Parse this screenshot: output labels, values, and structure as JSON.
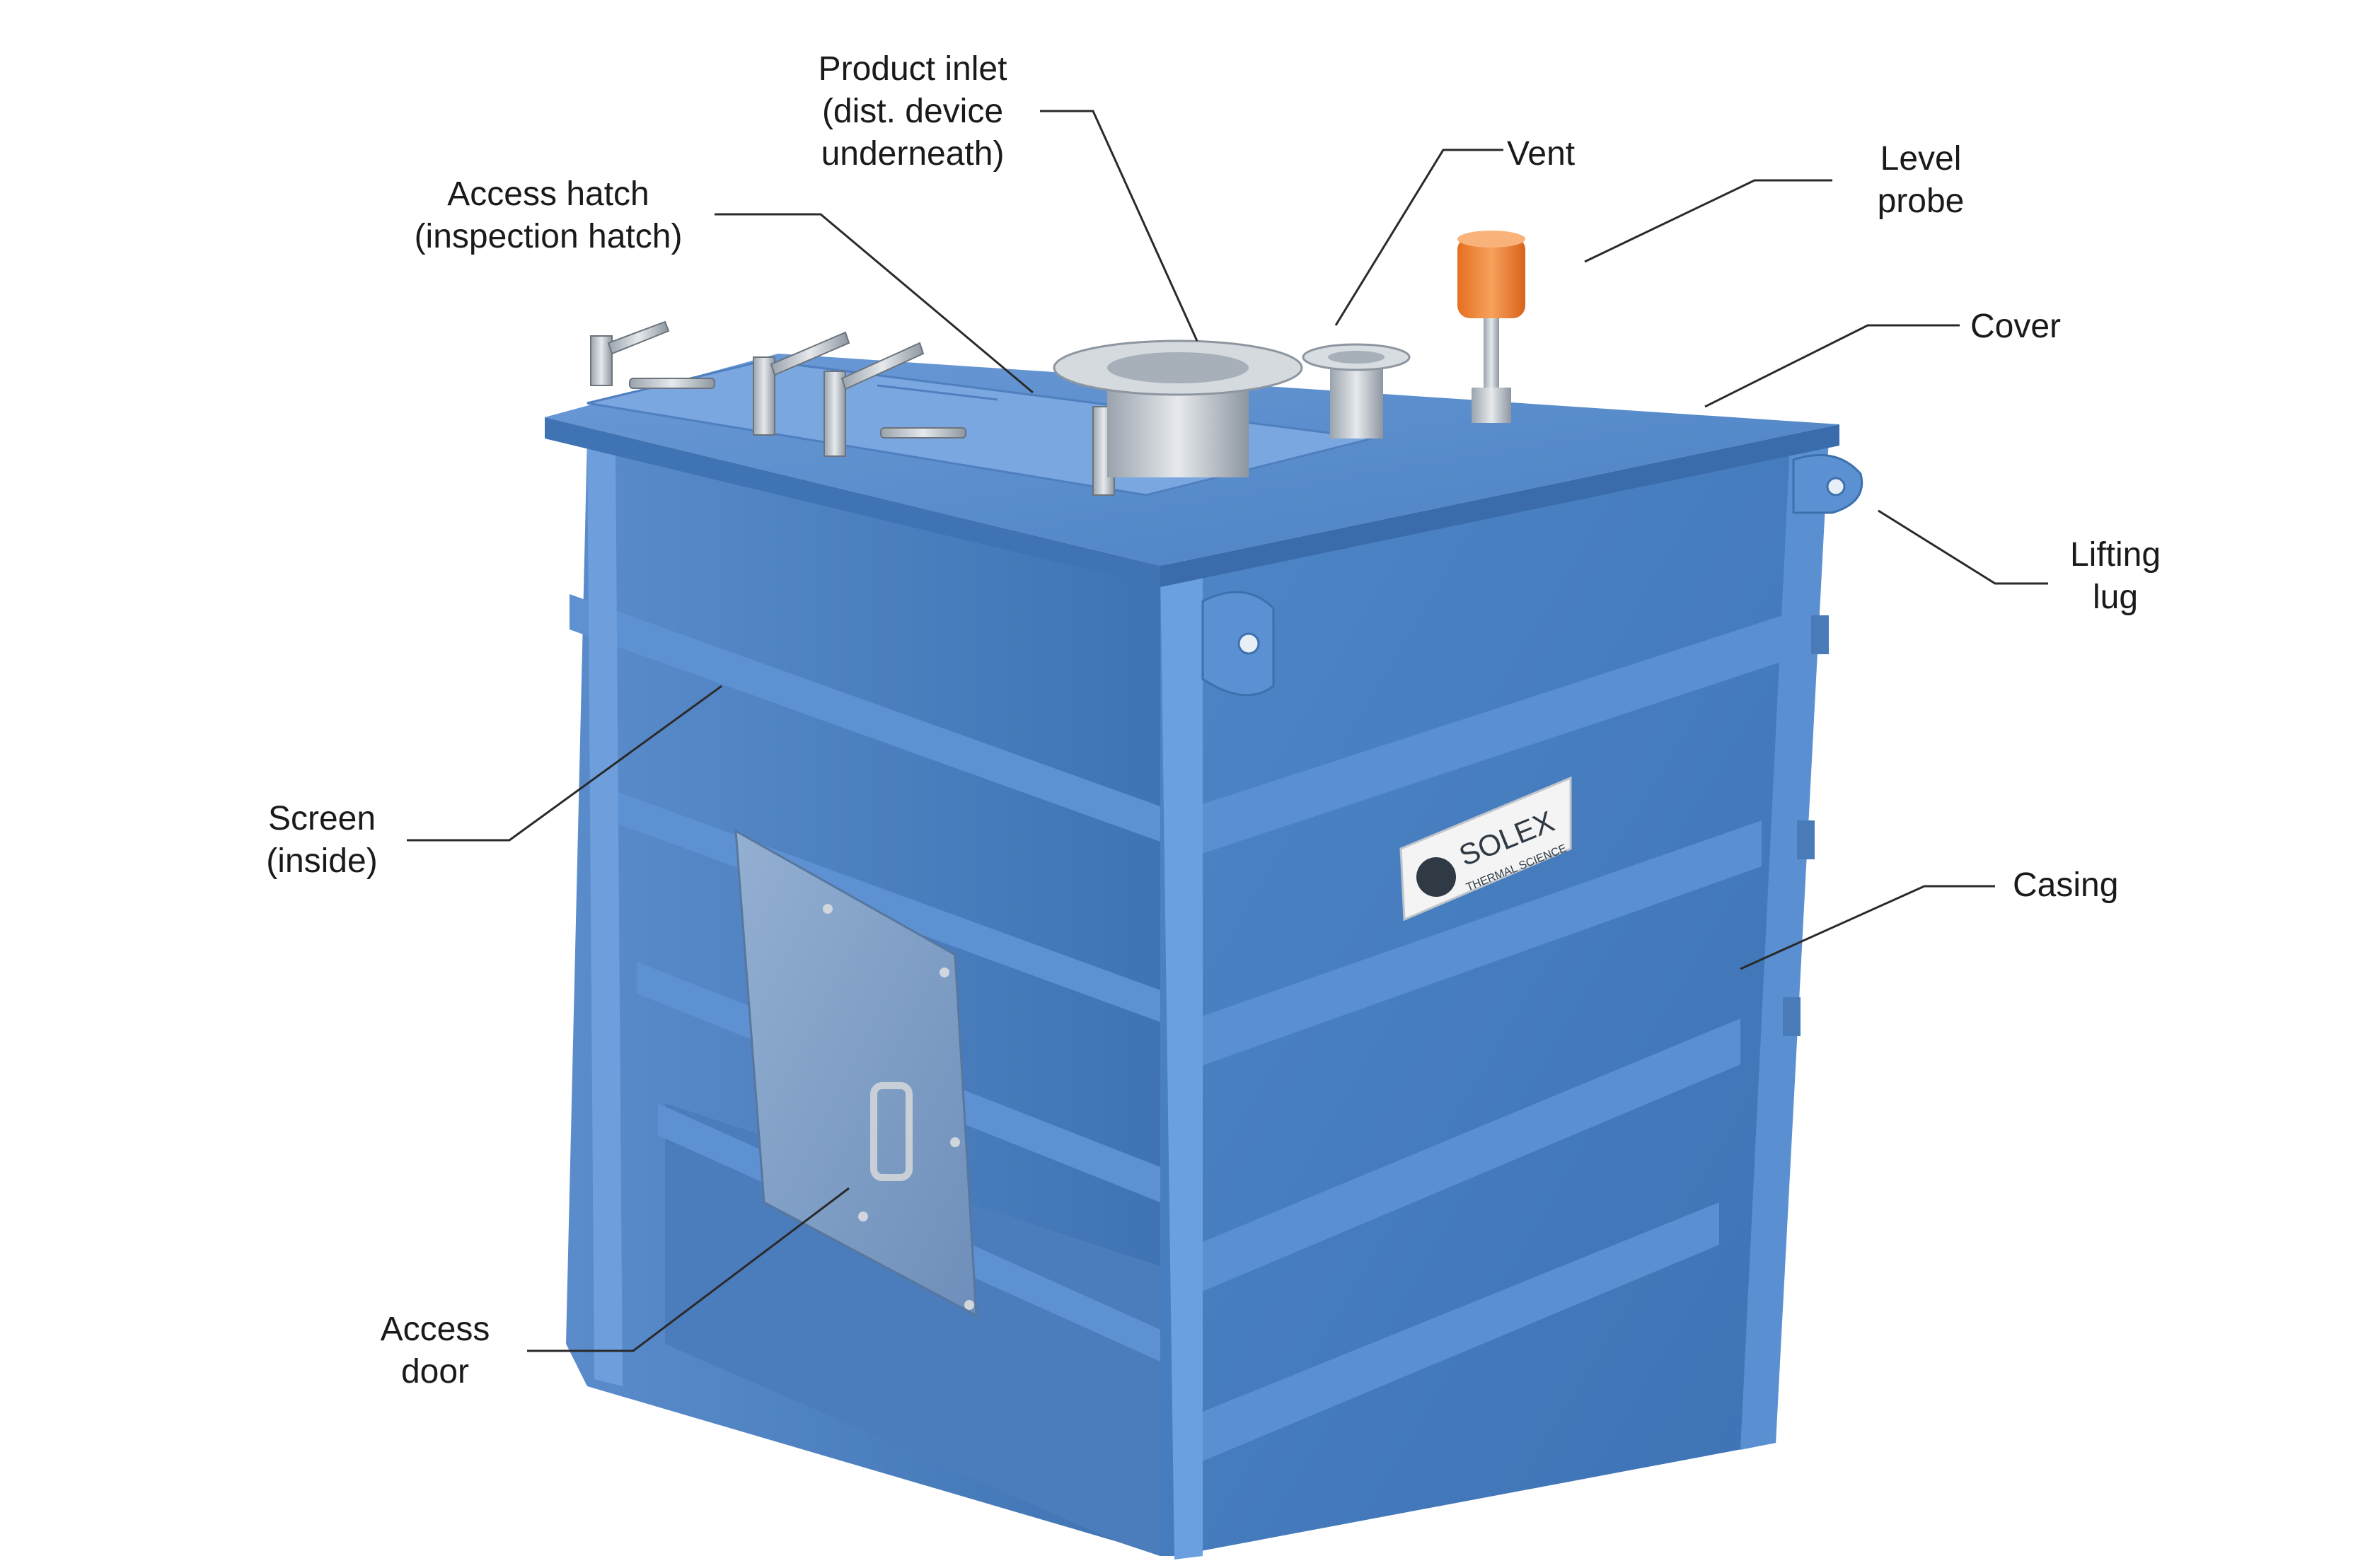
{
  "colors": {
    "casing": "#4f86c6",
    "casing_dark": "#3a6fae",
    "casing_light": "#79a8dc",
    "panel": "#6f93c2",
    "steel": "#c9cfd6",
    "probe_cap": "#f07f2e",
    "leader_line": "#2a2a2a"
  },
  "brand": {
    "name": "SOLEX",
    "tagline": "THERMAL SCIENCE",
    "logo_icon": "solex-wave-logo-icon"
  },
  "callouts": [
    {
      "id": "product-inlet",
      "lines": [
        "Product inlet",
        "(dist. device",
        "underneath)"
      ]
    },
    {
      "id": "vent",
      "lines": [
        "Vent"
      ]
    },
    {
      "id": "level-probe",
      "lines": [
        "Level",
        "probe"
      ]
    },
    {
      "id": "access-hatch",
      "lines": [
        "Access hatch",
        "(inspection hatch)"
      ]
    },
    {
      "id": "cover",
      "lines": [
        "Cover"
      ]
    },
    {
      "id": "lifting-lug",
      "lines": [
        "Lifting",
        "lug"
      ]
    },
    {
      "id": "screen",
      "lines": [
        "Screen",
        "(inside)"
      ]
    },
    {
      "id": "casing",
      "lines": [
        "Casing"
      ]
    },
    {
      "id": "access-door",
      "lines": [
        "Access",
        "door"
      ]
    }
  ]
}
